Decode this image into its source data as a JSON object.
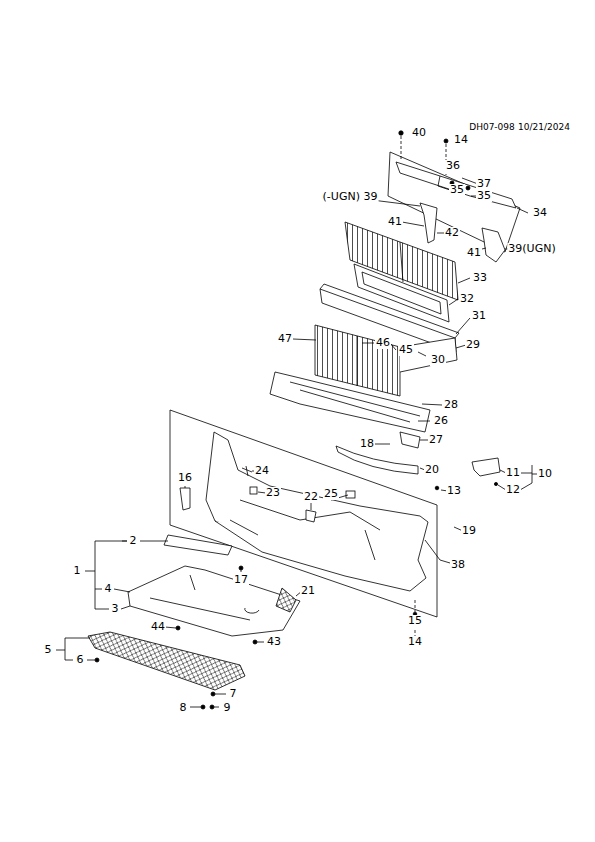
{
  "diagram": {
    "labels": [
      "DH07-098",
      "10/21/2024",
      "40",
      "14",
      "36",
      "37",
      "35",
      "35",
      "34",
      "(-UGN) 39",
      "41",
      "42",
      "41",
      "39(UGN)",
      "33",
      "32",
      "31",
      "47",
      "46",
      "45",
      "29",
      "30",
      "28",
      "26",
      "27",
      "18",
      "20",
      "16",
      "24",
      "11",
      "10",
      "23",
      "22",
      "25",
      "13",
      "12",
      "19",
      "2",
      "1",
      "17",
      "38",
      "4",
      "21",
      "3",
      "15",
      "44",
      "43",
      "14",
      "5",
      "6",
      "7",
      "8",
      "9"
    ]
  }
}
